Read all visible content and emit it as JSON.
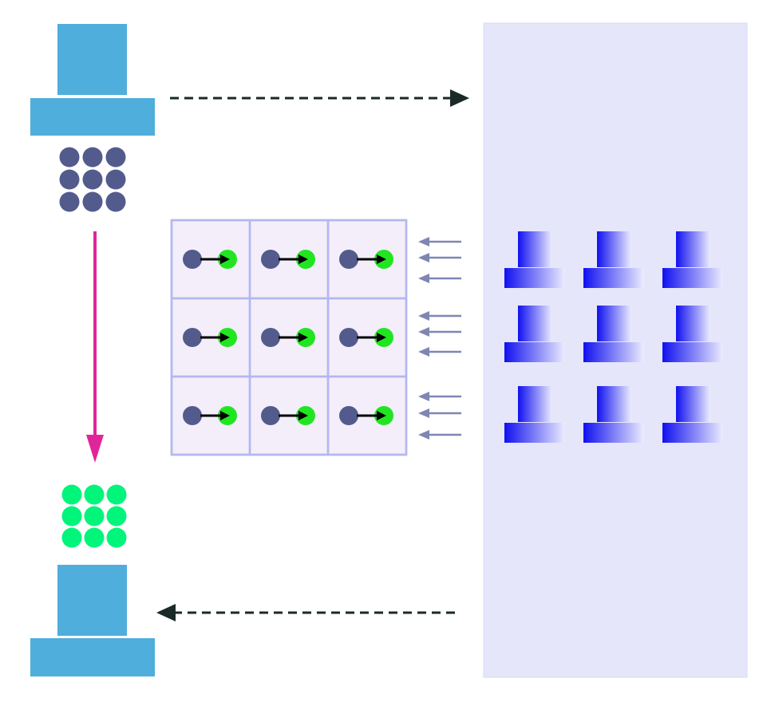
{
  "colors": {
    "background": "#ffffff",
    "panel_fill": "#e6e6fa",
    "panel_stroke": "#d8d8f0",
    "host_computer": "#4faedb",
    "input_dot": "#525b8c",
    "output_dot": "#00f57a",
    "grid_fill": "#f3eefa",
    "grid_stroke": "#b3b7f0",
    "cell_dot_start": "#525b8c",
    "cell_dot_end": "#22e522",
    "cell_arrow": "#000000",
    "transfer_arrow": "#1a2a26",
    "process_arrow": "#e0259b",
    "feed_arrow": "#7f86b3",
    "worker_dark": "#1010f0",
    "worker_light": "#ececff"
  },
  "icons": {
    "host_top": "computer-icon",
    "host_bottom": "computer-icon",
    "worker": "computer-icon"
  },
  "grid": {
    "rows": 3,
    "cols": 3
  },
  "input_dots": {
    "rows": 3,
    "cols": 3
  },
  "output_dots": {
    "rows": 3,
    "cols": 3
  },
  "workers": {
    "rows": 3,
    "cols": 3
  },
  "feed_arrows_per_row": 3
}
